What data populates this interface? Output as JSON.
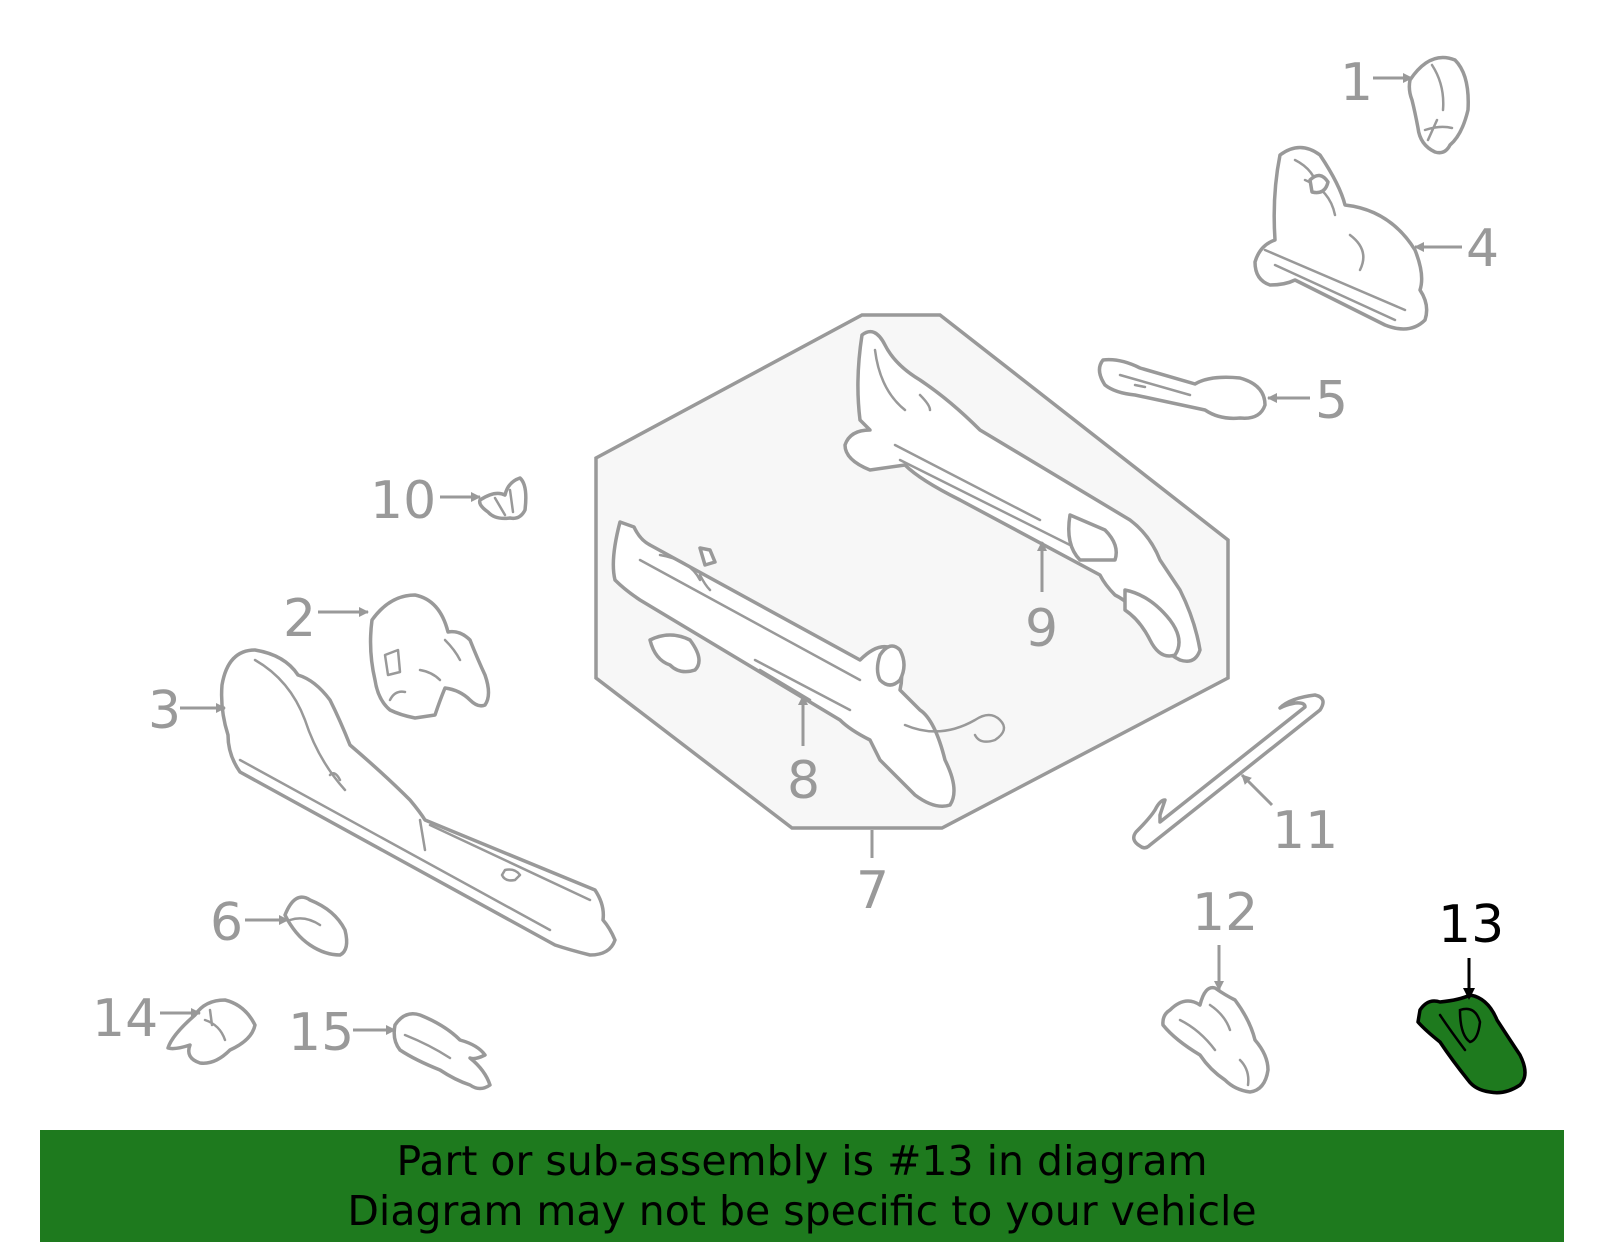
{
  "diagram": {
    "callouts": [
      "1",
      "2",
      "3",
      "4",
      "5",
      "6",
      "7",
      "8",
      "9",
      "10",
      "11",
      "12",
      "13",
      "14",
      "15"
    ],
    "highlighted_callout": "13",
    "colors": {
      "part_stroke": "#999999",
      "highlight_fill": "#1e7a1e",
      "highlight_stroke": "#000000",
      "assembly_fill": "#f7f7f7",
      "banner_bg": "#1e7a1e"
    }
  },
  "banner": {
    "line1": "Part or sub-assembly is #13 in diagram",
    "line2": "Diagram may not be specific to your vehicle"
  }
}
